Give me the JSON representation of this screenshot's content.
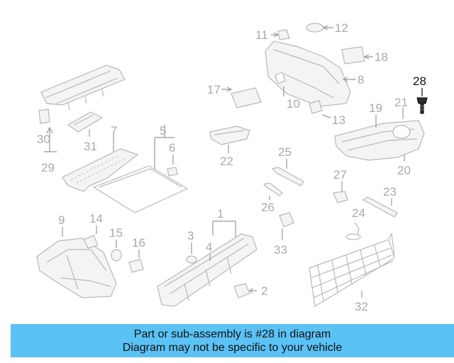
{
  "callouts": {
    "n1": "1",
    "n2": "2",
    "n3": "3",
    "n4": "4",
    "n5": "5",
    "n6": "6",
    "n7": "7",
    "n8": "8",
    "n9": "9",
    "n10": "10",
    "n11": "11",
    "n12": "12",
    "n13": "13",
    "n14": "14",
    "n15": "15",
    "n16": "16",
    "n17": "17",
    "n18": "18",
    "n19": "19",
    "n20": "20",
    "n21": "21",
    "n22": "22",
    "n23": "23",
    "n24": "24",
    "n25": "25",
    "n26": "26",
    "n27": "27",
    "n28": "28",
    "n29": "29",
    "n30": "30",
    "n31": "31",
    "n32": "32",
    "n33": "33"
  },
  "highlighted_part": "28",
  "colors": {
    "banner": "#5bc2f5",
    "highlight": "#111111",
    "parts": "#aaaaaa"
  },
  "banner": {
    "line1": "Part or sub-assembly is #28 in diagram",
    "line2": "Diagram may not be specific to your vehicle"
  }
}
